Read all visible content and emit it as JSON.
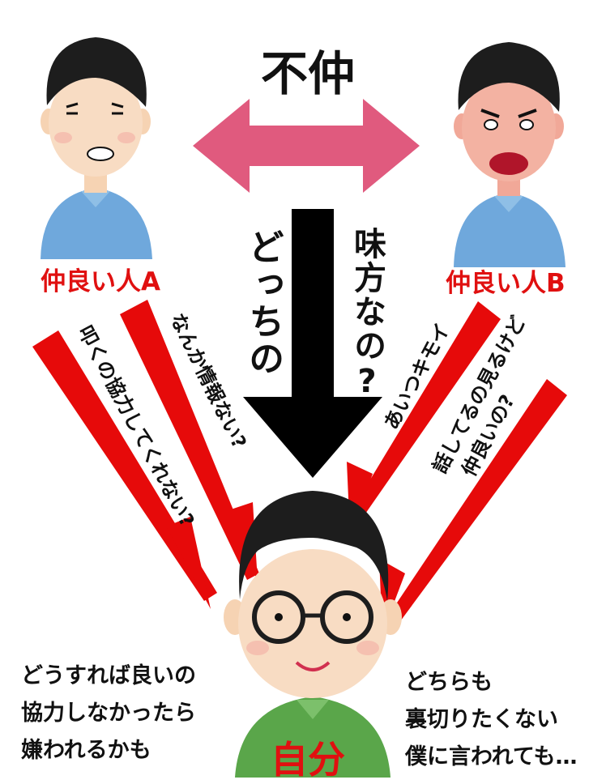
{
  "title": "不仲",
  "person_a": {
    "label": "仲良い人A"
  },
  "person_b": {
    "label": "仲良い人B"
  },
  "self": {
    "label": "自分"
  },
  "center_arrow": {
    "left_text": "どっちの",
    "right_text": "味方なの?"
  },
  "arrows": [
    {
      "text": "叩くの協力してくれない?"
    },
    {
      "text": "なんか情報ない?"
    },
    {
      "text": "あいつキモイ"
    },
    {
      "text": "話してるの見るけど"
    },
    {
      "text": "仲良いの?"
    }
  ],
  "thoughts_left": [
    "どうすれば良いの",
    "協力しなかったら",
    "嫌われるかも"
  ],
  "thoughts_right": [
    "どちらも",
    "裏切りたくない",
    "僕に言われても…"
  ],
  "colors": {
    "red": "#e01010",
    "pink_arrow": "#e05a7e",
    "black_arrow": "#000000",
    "shirt_blue": "#6fa8dc",
    "shirt_green": "#5aa64a"
  }
}
